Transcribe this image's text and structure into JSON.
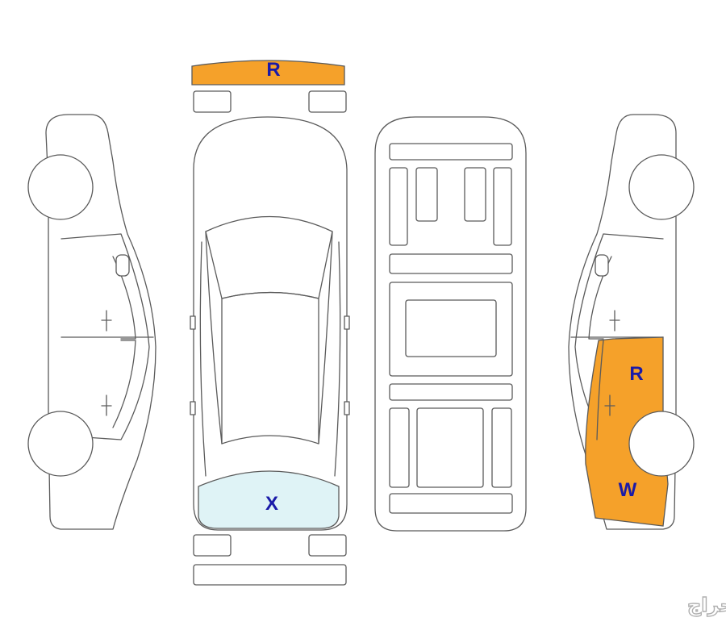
{
  "colors": {
    "damage_orange": "#f5a12a",
    "glass_blue": "#dff3f6",
    "marker_blue": "#1a1aa8",
    "outline": "#5a5a5a"
  },
  "markers": {
    "front_bumper": "R",
    "rear_windshield": "X",
    "right_rear_door": "R",
    "right_rear_quarter": "W"
  },
  "watermark": "حراج"
}
